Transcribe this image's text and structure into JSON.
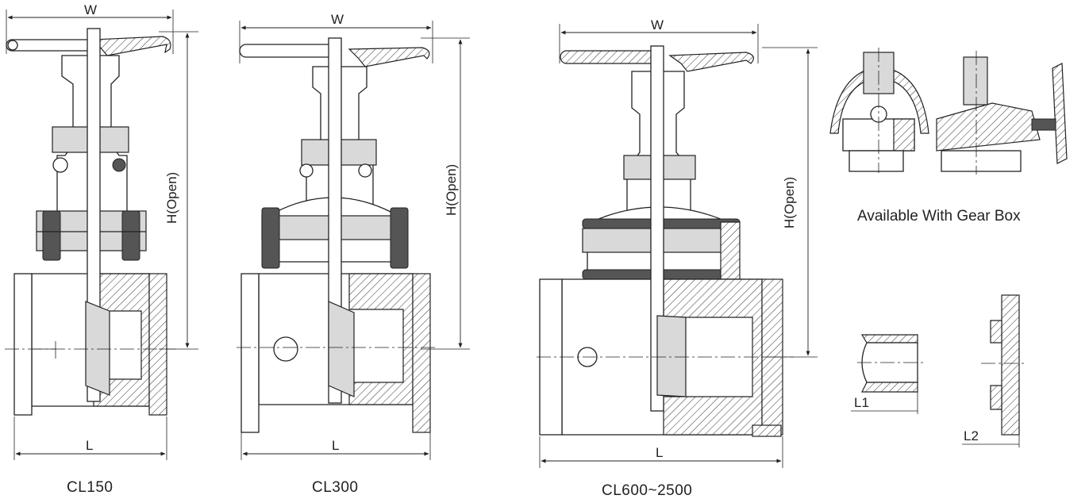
{
  "dimensions": {
    "width": "W",
    "length": "L",
    "height_open": "H(Open)",
    "butt_weld_length": "L1",
    "flange_length": "L2"
  },
  "valves": [
    {
      "class": "CL150"
    },
    {
      "class": "CL300"
    },
    {
      "class": "CL600~2500"
    }
  ],
  "gear_box_note": "Available With Gear Box"
}
